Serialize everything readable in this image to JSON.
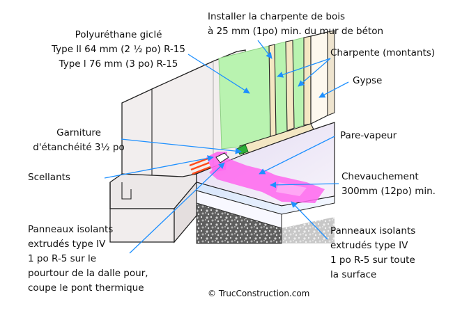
{
  "labels": {
    "polyurethane": {
      "lines": [
        "Polyuréthane giclé",
        "Type ll 64 mm (2 ½ po) R-15",
        "Type l 76 mm (3 po) R-15"
      ]
    },
    "install": {
      "lines": [
        "Installer la charpente de bois",
        "à 25 mm (1po) min. du mur de béton"
      ]
    },
    "studs": {
      "text": "Charpente (montants)"
    },
    "gypsum": {
      "text": "Gypse"
    },
    "gasket": {
      "lines": [
        "Garniture",
        "d'étanchéité 3½ po"
      ]
    },
    "vapour": {
      "text": "Pare-vapeur"
    },
    "sealants": {
      "text": "Scellants"
    },
    "overlap": {
      "lines": [
        "Chevauchement",
        "300mm (12po) min."
      ]
    },
    "perimeter_boards": {
      "lines": [
        "Panneaux isolants",
        "extrudés type IV",
        "1 po R-5 sur le",
        "pourtour de la dalle pour,",
        "coupe le pont thermique"
      ]
    },
    "surface_boards": {
      "lines": [
        "Panneaux isolants",
        "extrudés type IV",
        "1 po R-5 sur toute",
        "la surface"
      ]
    },
    "copyright": {
      "text": "© TrucConstruction.com"
    }
  },
  "colors": {
    "arrow": "#1e90ff",
    "foam_green": "#b9f3b0",
    "vapour_pink": "#ff66ee",
    "wall": "#f2eeee",
    "gypsum": "#fdf8ee",
    "gravel": "#5e5e5e",
    "sealant": "#ff4a1c"
  }
}
